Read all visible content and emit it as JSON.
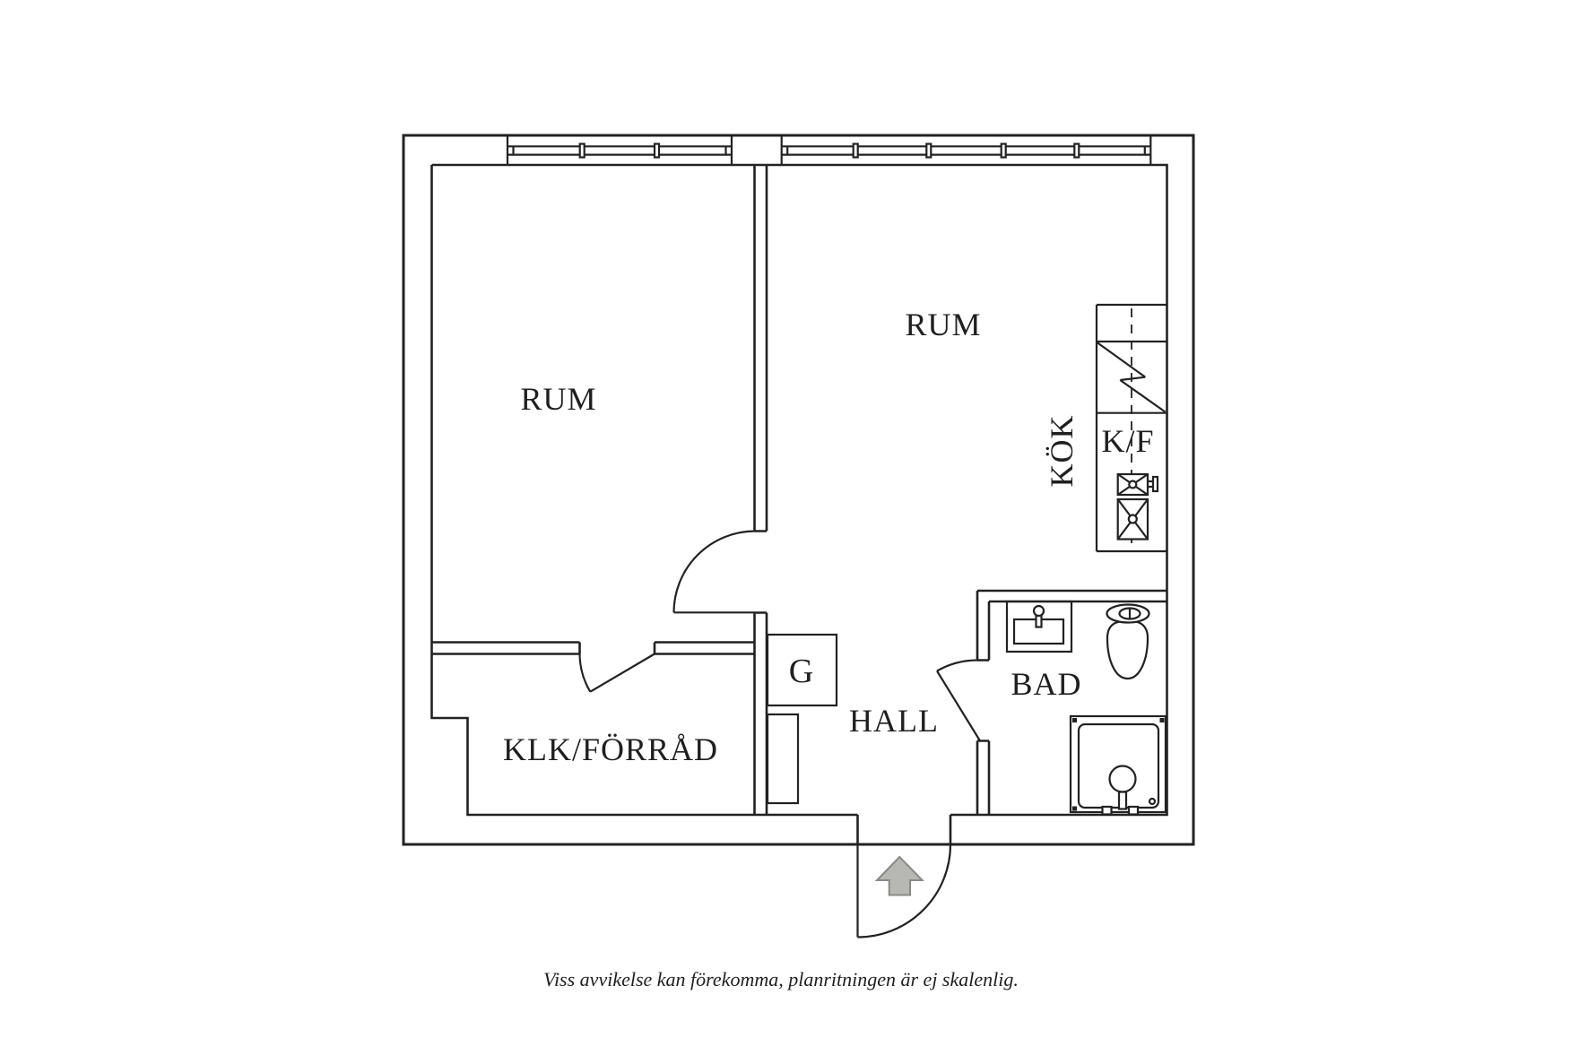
{
  "floorplan": {
    "labels": {
      "room_left": "RUM",
      "room_right": "RUM",
      "kitchen": "KÖK",
      "fridge_freezer": "K/F",
      "bathroom": "BAD",
      "hall": "HALL",
      "wardrobe": "G",
      "storage": "KLK/FÖRRÅD"
    },
    "caption": "Viss avvikelse kan förekomma, planritningen är ej skalenlig.",
    "colors": {
      "line": "#222222",
      "text": "#1f1f1f",
      "arrow_fill": "#b7b7b3",
      "arrow_stroke": "#8a8a86",
      "background": "#ffffff"
    }
  }
}
